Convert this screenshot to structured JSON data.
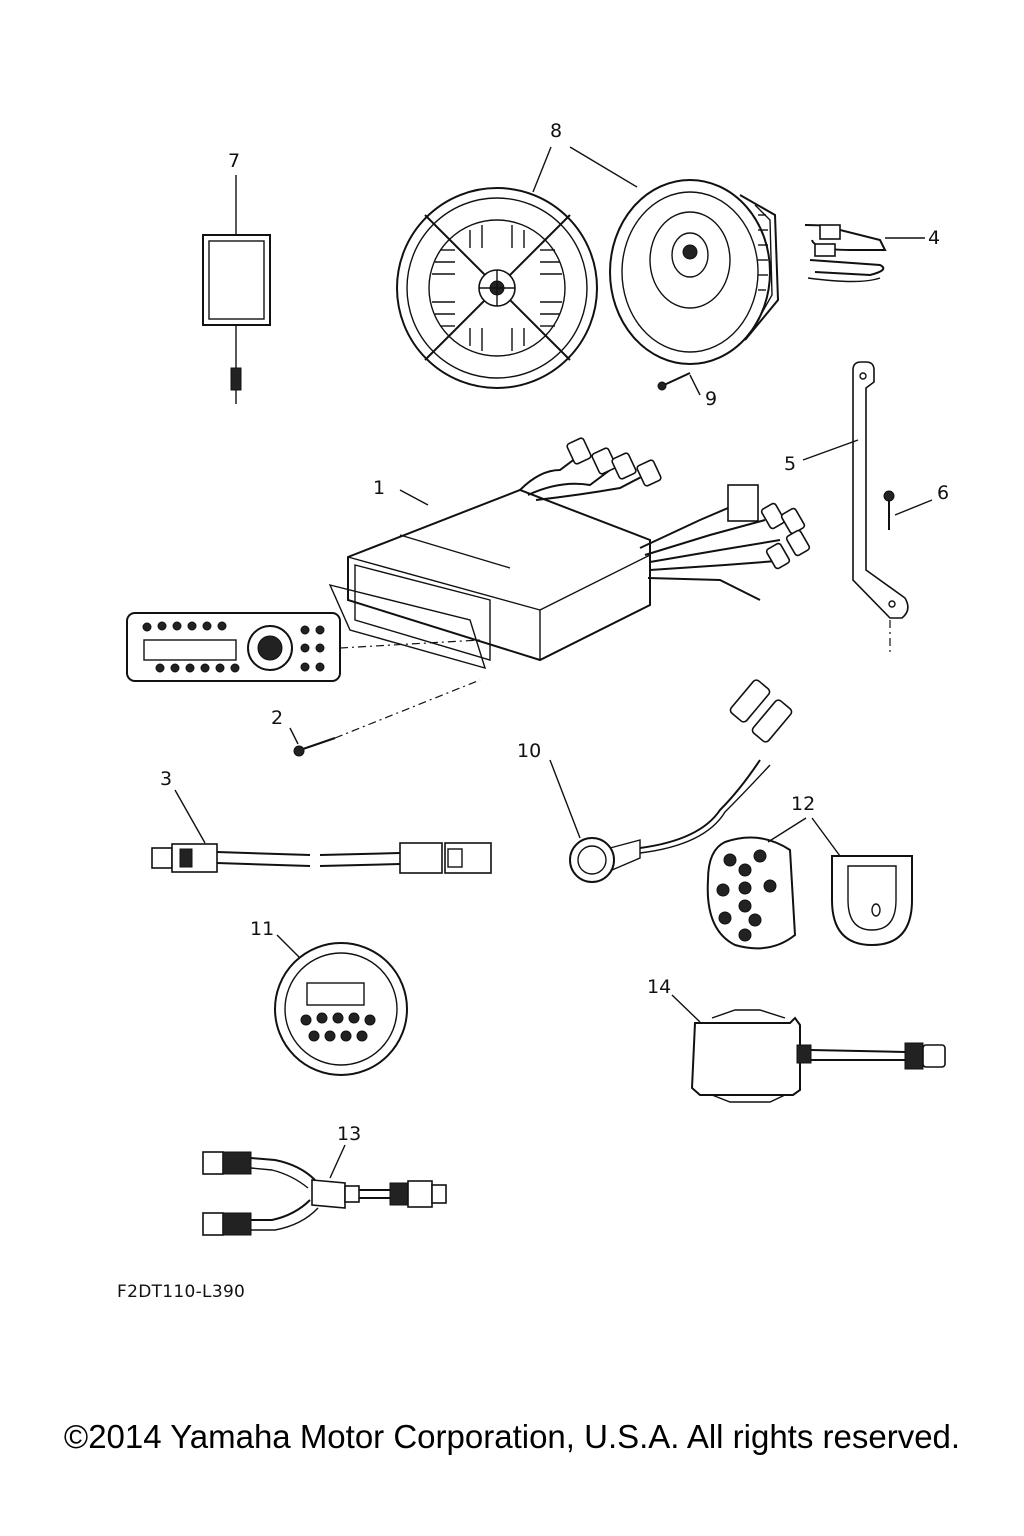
{
  "callouts": {
    "c1": "1",
    "c2": "2",
    "c3": "3",
    "c4": "4",
    "c5": "5",
    "c6": "6",
    "c7": "7",
    "c8": "8",
    "c9": "9",
    "c10": "10",
    "c11": "11",
    "c12": "12",
    "c13": "13",
    "c14": "14"
  },
  "reference_code": "F2DT110-L390",
  "copyright": "©2014 Yamaha Motor Corporation, U.S.A. All rights reserved."
}
